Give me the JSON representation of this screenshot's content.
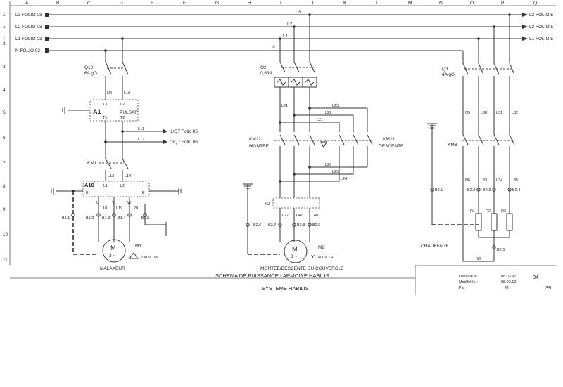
{
  "columns": [
    "A",
    "B",
    "C",
    "D",
    "E",
    "F",
    "G",
    "H",
    "I",
    "J",
    "K",
    "L",
    "M",
    "N",
    "O",
    "P",
    "Q"
  ],
  "rows": [
    "1",
    "1",
    "1",
    "2",
    "3",
    "4",
    "5",
    "6",
    "7",
    "8",
    "9",
    "10",
    "11"
  ],
  "rails_left": [
    "L3 FOLIO 03",
    "L2 FOLIO 03",
    "L1 FOLIO 03",
    "N FOLIO 03"
  ],
  "rails_right": [
    "L3 FOLIO 5",
    "L2 FOLIO 5",
    "L1 FOLIO 5"
  ],
  "rail_tags": [
    "L3",
    "L2",
    "L1",
    "N"
  ],
  "mixer": {
    "q10": "Q10",
    "q10_rating": "6A gG",
    "n4": "N4",
    "l10": "L10",
    "a1": "A1",
    "pulsar": "PULSAR",
    "l1": "L1",
    "l2": "L2",
    "t1": "T1",
    "t2": "T2",
    "l11": "L11",
    "l12": "L12",
    "folio1": "1/Q7 Folio 05",
    "folio2": "3/Q7 Folio 06",
    "km1": "KM1",
    "l13": "L13",
    "l14": "L14",
    "a10": "A10",
    "e": "E",
    "u": "U",
    "v": "V",
    "w": "W",
    "l18": "L18",
    "l19": "L19",
    "l20": "L20",
    "b1_1": "B1.1",
    "b1_2": "B1.2",
    "b1_3": "B1.3",
    "b1_4": "B1.4",
    "b1_5": "B1.5",
    "m": "M",
    "phase": "3 ~",
    "m1": "M1",
    "volt": "230 V TRI",
    "name": "MALAXEUR"
  },
  "lid": {
    "q2": "Q2",
    "q2_rating": "0,63A",
    "l21": "L21",
    "l22": "L22",
    "l23": "L23",
    "l21b": "L21",
    "km22": "KM22",
    "montee": "MONTEE",
    "km21": "KM21",
    "descente": "DESCENTE",
    "l26": "L26",
    "l25": "L25",
    "l24": "L24",
    "f2": "F2",
    "l27": "L27",
    "l47": "L47",
    "l48": "L48",
    "b2_6": "B2.6",
    "b2_7": "B2.7",
    "b2_8": "B2.8",
    "b2_9": "B2.9",
    "m": "M",
    "phase": "3 ~",
    "m2": "M2",
    "volt": "400V TRI",
    "name": "MONTEE/DESCENTE DU COUVERCLE"
  },
  "heat": {
    "q3": "Q3",
    "q3_rating": "4A gG",
    "n5": "N5",
    "l30": "L30",
    "l31": "L31",
    "l32": "L32",
    "km3": "KM3",
    "n6": "N6",
    "l33": "L33",
    "l34": "L34",
    "l35": "L35",
    "b2_1": "B2.1",
    "b2_2": "B2.2",
    "b2_3": "B2.3",
    "b2_4": "B2.4",
    "r1": "R1",
    "r2": "R2",
    "r3": "R3",
    "name": "CHAUFFAGE",
    "b2_5": "B2.5",
    "n6b": "N6"
  },
  "title_block": {
    "title": "SCHEMA DE PUISSANCE - ARMOIRE HABILIS",
    "system": "SYSTEME HABILIS",
    "drawn_label": "Dessiné le :",
    "drawn_date": "08.03.97",
    "modified_label": "Modifié le :",
    "modified_date": "08.03.12",
    "by_label": "Par :",
    "by_value": "M",
    "sheet_no": "04",
    "page_no": "39"
  }
}
